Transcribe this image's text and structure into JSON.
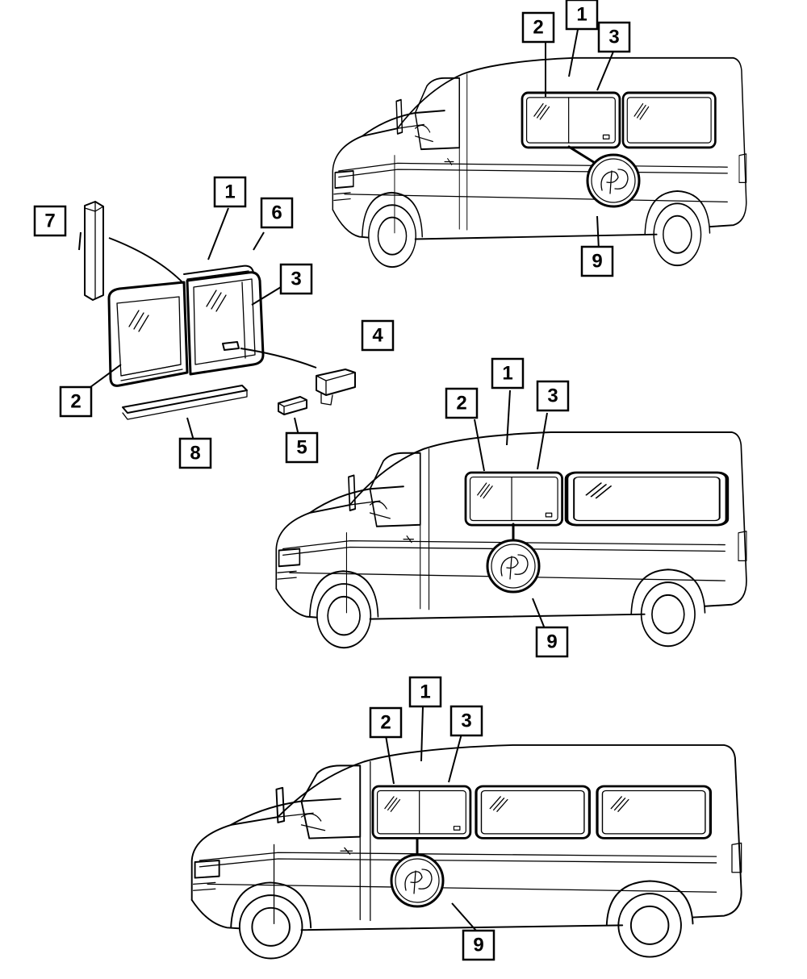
{
  "callouts": {
    "exploded": {
      "c1": "1",
      "c2": "2",
      "c3": "3",
      "c4": "4",
      "c5": "5",
      "c6": "6",
      "c7": "7",
      "c8": "8"
    },
    "van_top": {
      "c1": "1",
      "c2": "2",
      "c3": "3",
      "c9": "9"
    },
    "van_middle": {
      "c1": "1",
      "c2": "2",
      "c3": "3",
      "c9": "9"
    },
    "van_bottom": {
      "c1": "1",
      "c2": "2",
      "c3": "3",
      "c9": "9"
    }
  },
  "colors": {
    "line": "#000000",
    "background": "#ffffff"
  }
}
